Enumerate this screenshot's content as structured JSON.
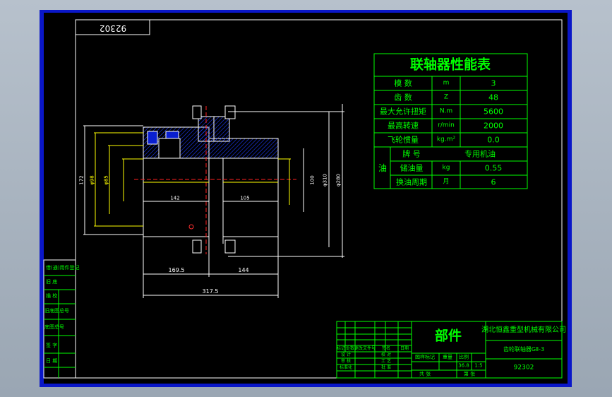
{
  "drawing_no_flipped": "92302",
  "table": {
    "title": "联轴器性能表",
    "rows": [
      {
        "label": "模 数",
        "unit": "m",
        "value": "3"
      },
      {
        "label": "齿 数",
        "unit": "Z",
        "value": "48"
      },
      {
        "label": "最大允许扭矩",
        "unit": "N.m",
        "value": "5600"
      },
      {
        "label": "最高转速",
        "unit": "r/min",
        "value": "2000"
      },
      {
        "label": "飞轮惯量",
        "unit": "kg.m²",
        "value": "0.0"
      }
    ],
    "oil_label": "油",
    "oil_rows": [
      {
        "label": "牌 号",
        "unit": "",
        "value": "专用机油"
      },
      {
        "label": "储油量",
        "unit": "kg",
        "value": "0.55"
      },
      {
        "label": "换油周期",
        "unit": "月",
        "value": "6"
      }
    ]
  },
  "dims": {
    "d1": "169.5",
    "d2": "144",
    "d3": "317.5",
    "d4": "142",
    "d5": "105",
    "v1": "172",
    "v2": "φ98",
    "v3": "φ85",
    "v4": "100",
    "v5": "φ310",
    "v6": "φ280"
  },
  "side_labels": [
    "借(通)用件登记",
    "旧 底",
    "描 校",
    "旧底图总号",
    "底图总号",
    "签 字",
    "日 期"
  ],
  "title_block": {
    "part": "部件",
    "company": "湖北恒鑫重型机械有限公司",
    "name": "齿轮联轴器GⅡ-3",
    "code": "92302",
    "weight": "36.8",
    "scale": "1:5",
    "headers": [
      "图样标记",
      "重量",
      "比例"
    ],
    "sign_labels": [
      "标记",
      "处数",
      "更改文件号",
      "签名",
      "日期"
    ],
    "role_labels": [
      "设 计",
      "校 对",
      "审 核",
      "工 艺",
      "标准化",
      "批 准"
    ],
    "sheet_labels": [
      "共 张",
      "第 张"
    ]
  }
}
